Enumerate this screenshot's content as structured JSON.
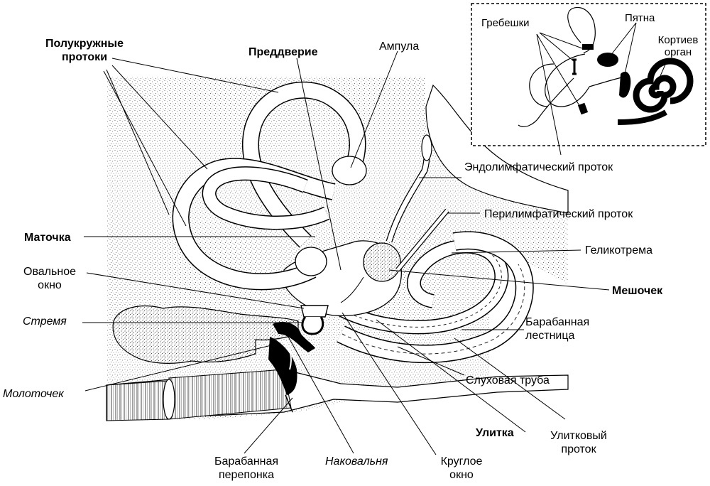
{
  "labels": {
    "semicircular_ducts": [
      "Полукружные",
      "протоки"
    ],
    "vestibule": "Преддверие",
    "ampulla": "Ампула",
    "utricle": "Маточка",
    "oval_window": [
      "Овальное",
      "окно"
    ],
    "stapes": "Стремя",
    "malleus": "Молоточек",
    "tympanic_membrane": [
      "Барабанная",
      "перепонка"
    ],
    "incus": "Наковальня",
    "round_window": [
      "Круглое",
      "окно"
    ],
    "cochlea": "Улитка",
    "cochlear_duct": [
      "Улитковый",
      "проток"
    ],
    "eustachian_tube": "Слуховая труба",
    "scala_tympani": [
      "Барабанная",
      "лестница"
    ],
    "saccule": "Мешочек",
    "helicotrema": "Геликотрема",
    "perilymphatic_duct": "Перилимфатический проток",
    "endolymphatic_duct": "Эндолимфатический проток"
  },
  "inset": {
    "cristae": "Гребешки",
    "maculae": "Пятна",
    "organ_of_corti": [
      "Кортиев",
      "орган"
    ]
  },
  "colors": {
    "line": "#000000",
    "stipple": "#6e6e6e",
    "background": "#ffffff"
  }
}
